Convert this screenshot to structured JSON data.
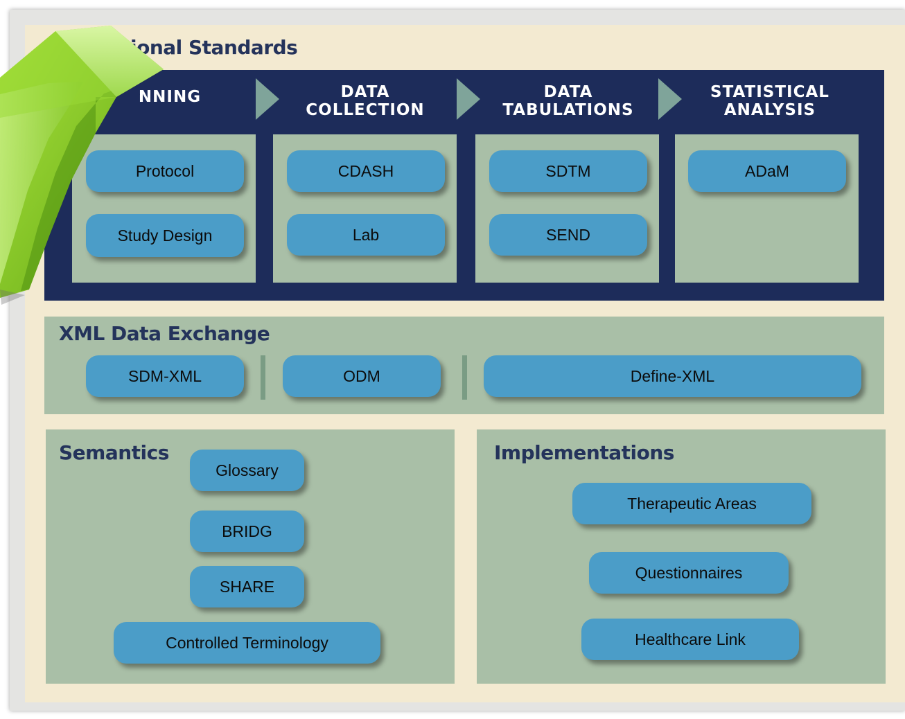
{
  "diagram": {
    "top_title": "ional Standards",
    "phases": [
      "NNING",
      "DATA\nCOLLECTION",
      "DATA\nTABULATIONS",
      "STATISTICAL\nANALYSIS"
    ],
    "planning": {
      "protocol": "Protocol",
      "study_design": "Study Design"
    },
    "data_collection": {
      "cdash": "CDASH",
      "lab": "Lab"
    },
    "data_tabulations": {
      "sdtm": "SDTM",
      "send": "SEND"
    },
    "statistical_analysis": {
      "adam": "ADaM"
    },
    "xml_exchange": {
      "title": "XML Data Exchange",
      "sdm_xml": "SDM-XML",
      "odm": "ODM",
      "define_xml": "Define-XML"
    },
    "semantics": {
      "title": "Semantics",
      "glossary": "Glossary",
      "bridg": "BRIDG",
      "share": "SHARE",
      "controlled_terminology": "Controlled Terminology"
    },
    "implementations": {
      "title": "Implementations",
      "therapeutic_areas": "Therapeutic Areas",
      "questionnaires": "Questionnaires",
      "healthcare_link": "Healthcare Link"
    }
  },
  "colors": {
    "navy": "#1d2c5a",
    "panel": "#a9bfa7",
    "button": "#4b9dc8",
    "background": "#f3ead1",
    "ribbon": "#7cc21c"
  }
}
